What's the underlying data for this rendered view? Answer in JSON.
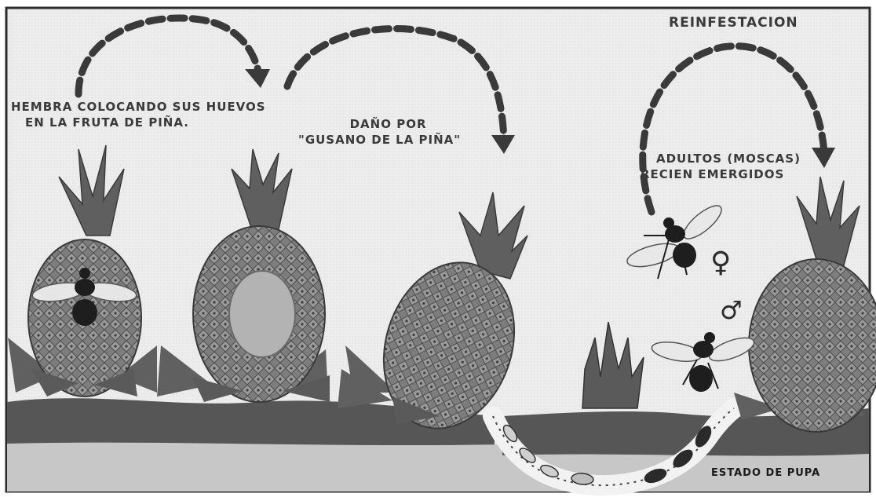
{
  "labels": {
    "hembra_line1": "HEMBRA  COLOCANDO  SUS HUEVOS",
    "hembra_line2": "EN  LA  FRUTA  DE  PIÑA.",
    "dano_line1": "DAÑO   POR",
    "dano_line2": "\"GUSANO DE LA PIÑA\"",
    "reinfestacion": "REINFESTACION",
    "adultos_line1": "ADULTOS  (MOSCAS)",
    "adultos_line2": "RECIEN   EMERGIDOS",
    "pupa": "ESTADO  DE  PUPA"
  },
  "symbols": {
    "female": "♀",
    "male": "♂"
  },
  "colors": {
    "background": "#ffffff",
    "panel": "#ebebeb",
    "soil_top": "#555555",
    "soil_bottom": "#c4c4c4",
    "fruit": "#7d7d7d",
    "leaves": "#5f5f5f",
    "arrow": "#3a3a3a"
  }
}
